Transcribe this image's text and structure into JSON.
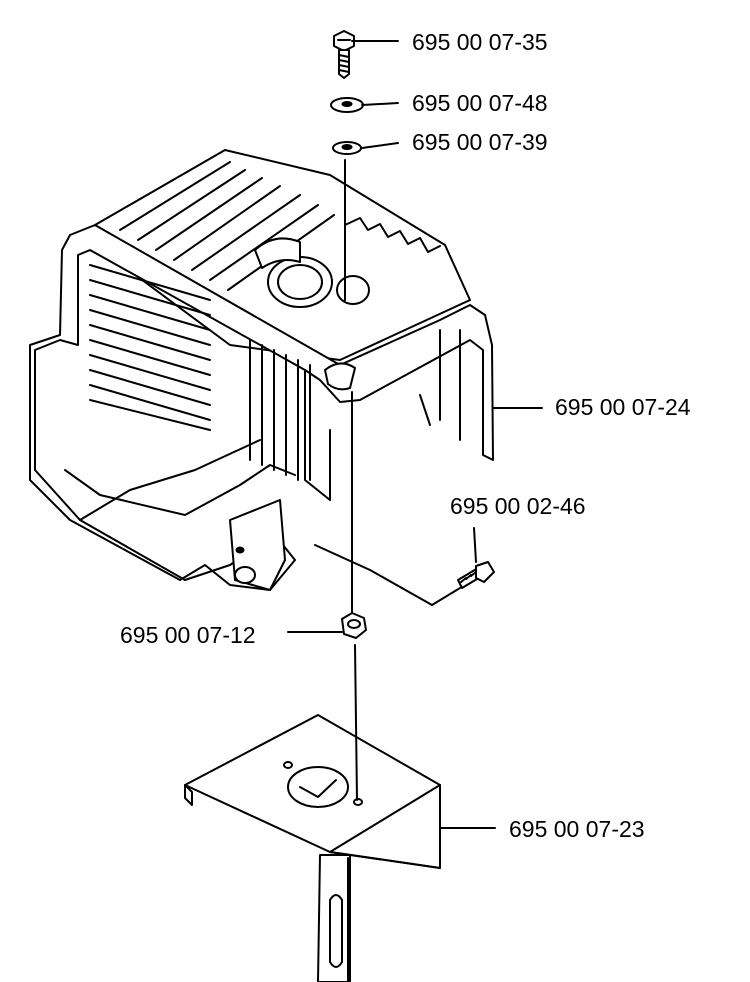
{
  "labels": {
    "screw": "695 00 07-35",
    "washer_a": "695 00 07-48",
    "washer_b": "695 00 07-39",
    "cylinder_cover": "695 00 07-24",
    "side_screw": "695 00 02-46",
    "nut": "695 00 07-12",
    "bracket_plate": "695 00 07-23"
  },
  "colors": {
    "ink": "#000000",
    "paper": "#ffffff"
  }
}
